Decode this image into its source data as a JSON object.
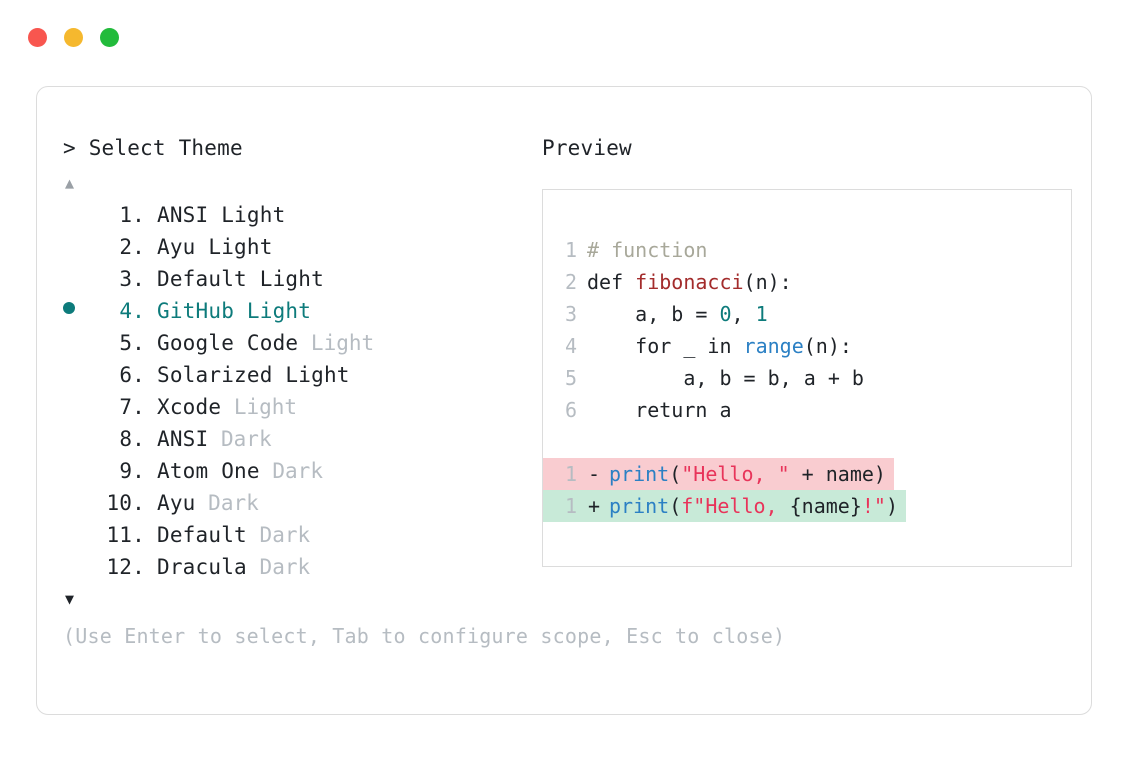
{
  "window": {
    "traffic_lights": [
      {
        "name": "close",
        "color": "#f8564f"
      },
      {
        "name": "minimize",
        "color": "#f5b82e"
      },
      {
        "name": "maximize",
        "color": "#22bb3b"
      }
    ]
  },
  "prompt": {
    "marker": ">",
    "title": "Select Theme",
    "scroll_up": "▲",
    "scroll_down": "▼"
  },
  "themes": {
    "selected_index": 4,
    "selected_color": "#0d7b7b",
    "items": [
      {
        "number": "1.",
        "name": "ANSI Light",
        "variant": "",
        "selected": false
      },
      {
        "number": "2.",
        "name": "Ayu Light",
        "variant": "",
        "selected": false
      },
      {
        "number": "3.",
        "name": "Default Light",
        "variant": "",
        "selected": false
      },
      {
        "number": "4.",
        "name": "GitHub Light",
        "variant": "",
        "selected": true
      },
      {
        "number": "5.",
        "name": "Google Code",
        "variant": "Light",
        "selected": false
      },
      {
        "number": "6.",
        "name": "Solarized Light",
        "variant": "",
        "selected": false
      },
      {
        "number": "7.",
        "name": "Xcode",
        "variant": "Light",
        "selected": false
      },
      {
        "number": "8.",
        "name": "ANSI",
        "variant": "Dark",
        "selected": false
      },
      {
        "number": "9.",
        "name": "Atom One",
        "variant": "Dark",
        "selected": false
      },
      {
        "number": "10.",
        "name": "Ayu",
        "variant": "Dark",
        "selected": false
      },
      {
        "number": "11.",
        "name": "Default",
        "variant": "Dark",
        "selected": false
      },
      {
        "number": "12.",
        "name": "Dracula",
        "variant": "Dark",
        "selected": false
      }
    ]
  },
  "preview": {
    "title": "Preview",
    "code_lines": [
      {
        "n": "1",
        "tokens": [
          {
            "t": "# function",
            "c": "comment"
          }
        ]
      },
      {
        "n": "2",
        "tokens": [
          {
            "t": "def ",
            "c": "def"
          },
          {
            "t": "fibonacci",
            "c": "func"
          },
          {
            "t": "(n):",
            "c": "punct"
          }
        ]
      },
      {
        "n": "3",
        "tokens": [
          {
            "t": "    a, b = ",
            "c": "plain"
          },
          {
            "t": "0",
            "c": "num"
          },
          {
            "t": ", ",
            "c": "plain"
          },
          {
            "t": "1",
            "c": "num"
          }
        ]
      },
      {
        "n": "4",
        "tokens": [
          {
            "t": "    for _ in ",
            "c": "plain"
          },
          {
            "t": "range",
            "c": "builtin"
          },
          {
            "t": "(n):",
            "c": "punct"
          }
        ]
      },
      {
        "n": "5",
        "tokens": [
          {
            "t": "        a, b = b, a + b",
            "c": "plain"
          }
        ]
      },
      {
        "n": "6",
        "tokens": [
          {
            "t": "    return a",
            "c": "plain"
          }
        ]
      }
    ],
    "diff_lines": [
      {
        "n": "1",
        "mark": "-",
        "kind": "del",
        "bg": "#f9ccd0",
        "tokens": [
          {
            "t": "print",
            "c": "builtin"
          },
          {
            "t": "(",
            "c": "punct"
          },
          {
            "t": "\"Hello, \"",
            "c": "string"
          },
          {
            "t": " + name)",
            "c": "plain"
          }
        ]
      },
      {
        "n": "1",
        "mark": "+",
        "kind": "add",
        "bg": "#c8ead8",
        "tokens": [
          {
            "t": "print",
            "c": "builtin"
          },
          {
            "t": "(",
            "c": "punct"
          },
          {
            "t": "f\"Hello, ",
            "c": "string"
          },
          {
            "t": "{name}",
            "c": "plain"
          },
          {
            "t": "!\"",
            "c": "string"
          },
          {
            "t": ")",
            "c": "punct"
          }
        ]
      }
    ]
  },
  "footer": {
    "hint": "(Use Enter to select, Tab to configure scope, Esc to close)"
  }
}
